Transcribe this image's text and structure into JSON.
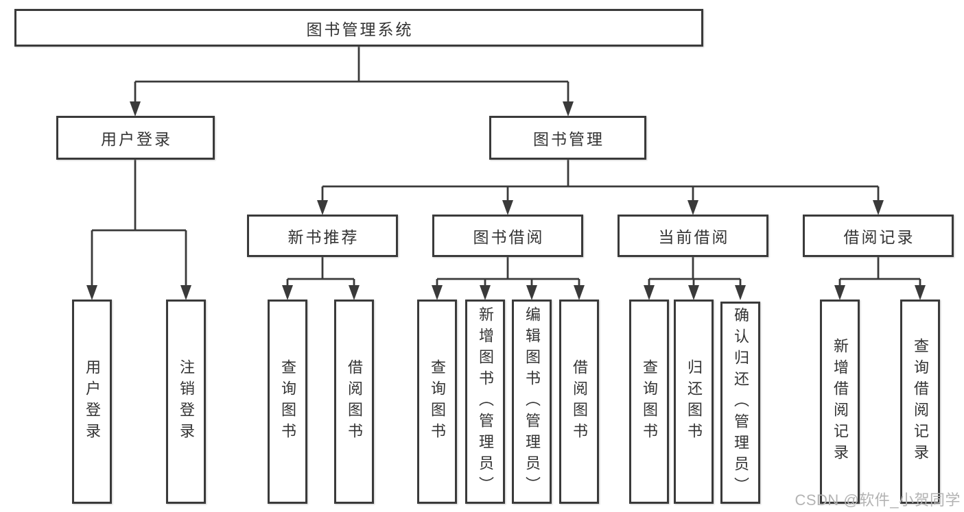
{
  "diagram": {
    "root": {
      "label": "图书管理系统"
    },
    "branches": [
      {
        "label": "用户登录",
        "children": [
          {
            "label": "用户登录"
          },
          {
            "label": "注销登录"
          }
        ]
      },
      {
        "label": "图书管理",
        "children": [
          {
            "label": "新书推荐",
            "children": [
              {
                "label": "查询图书"
              },
              {
                "label": "借阅图书"
              }
            ]
          },
          {
            "label": "图书借阅",
            "children": [
              {
                "label": "查询图书"
              },
              {
                "label": "新增图书（管理员）"
              },
              {
                "label": "编辑图书（管理员）"
              },
              {
                "label": "借阅图书"
              }
            ]
          },
          {
            "label": "当前借阅",
            "children": [
              {
                "label": "查询图书"
              },
              {
                "label": "归还图书"
              },
              {
                "label": "确认归还（管理员）"
              }
            ]
          },
          {
            "label": "借阅记录",
            "children": [
              {
                "label": "新增借阅记录"
              },
              {
                "label": "查询借阅记录"
              }
            ]
          }
        ]
      }
    ]
  },
  "watermark": {
    "text": "CSDN @软件_小贺同学"
  },
  "colors": {
    "line": "#3a3a3a",
    "text": "#333333",
    "background": "#ffffff",
    "watermark": "#b3b3b3"
  }
}
